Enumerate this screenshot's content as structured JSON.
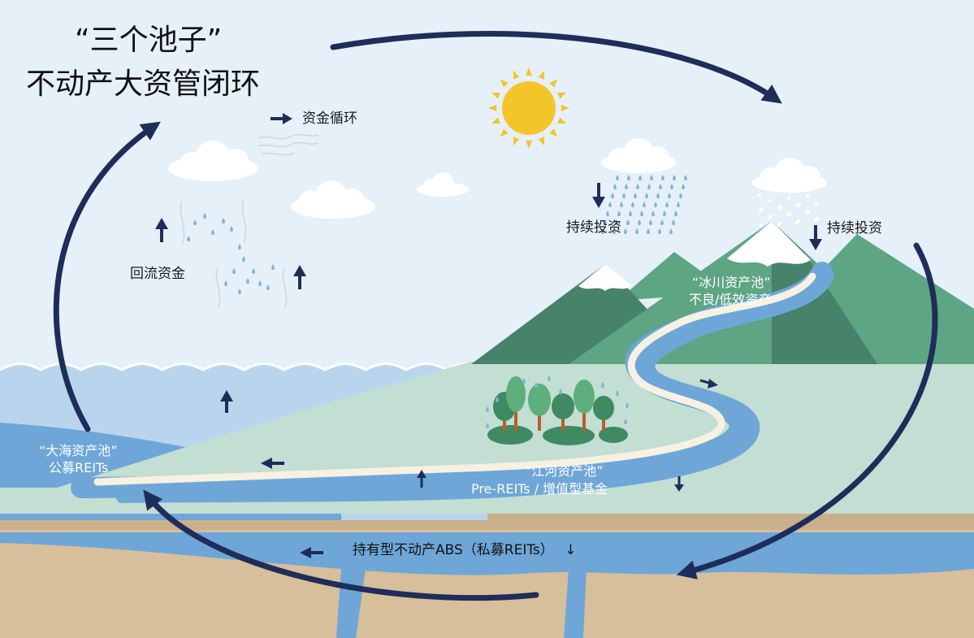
{
  "title": {
    "line1": "“三个池子”",
    "line2": "不动产大资管闭环"
  },
  "legend": {
    "arrow_symbol": "→",
    "label": "资金循环"
  },
  "labels": {
    "return_funds": "回流资金",
    "invest_left": "持续投资",
    "invest_right": "持续投资"
  },
  "pools": {
    "glacier": {
      "name": "“冰川资产池”",
      "desc": "不良/低效资产"
    },
    "river": {
      "name": "“江河资产池”",
      "desc": "Pre-REITs / 增值型基金"
    },
    "sea": {
      "name": "“大海资产池”",
      "desc": "公募REITs"
    },
    "underground": {
      "desc": "持有型不动产ABS（私募REITs）",
      "down_symbol": "↓"
    }
  },
  "colors": {
    "sky": "#e6f0f8",
    "sea_light": "#b9d5ee",
    "sea_deep": "#6ea6d8",
    "grass": "#c3ded3",
    "mountain_dark": "#47826a",
    "mountain_light": "#5ea584",
    "soil": "#d6bf9a",
    "cycle_arrow": "#1f2d5a",
    "sun": "#f3c52b"
  }
}
